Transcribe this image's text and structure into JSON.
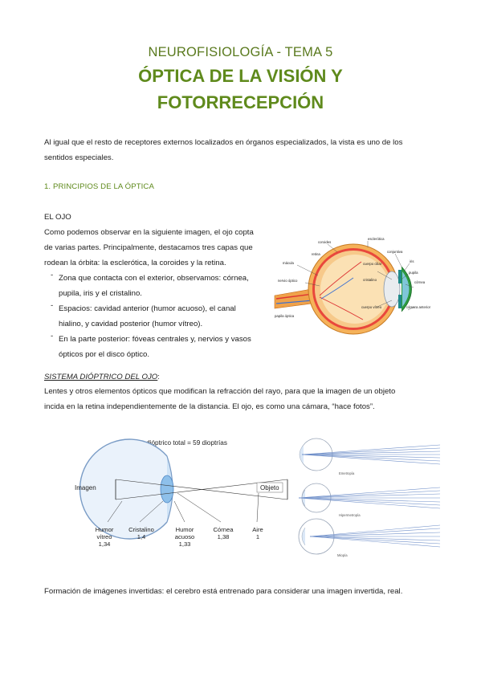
{
  "header": {
    "subtitle": "NEUROFISIOLOGÍA - TEMA 5",
    "title_line1": "ÓPTICA DE LA VISIÓN Y",
    "title_line2": "FOTORRECEPCIÓN"
  },
  "intro": {
    "line1": "Al igual que el resto de receptores externos localizados en órganos especializados, la vista es uno de los",
    "line2": "sentidos especiales."
  },
  "section1": {
    "heading": "1.  PRINCIPIOS DE LA ÓPTICA"
  },
  "ojo": {
    "heading": "EL OJO",
    "p1": "Como podemos observar en la siguiente imagen, el ojo copta",
    "p2": "de varias partes. Principalmente, destacamos tres capas que",
    "p3": "rodean la órbita: la esclerótica, la coroides y la retina.",
    "bullets": [
      {
        "l1": "Zona que contacta con el exterior, observamos: córnea,",
        "l2": "pupila, iris y el cristalino."
      },
      {
        "l1": "Espacios: cavidad anterior (humor acuoso), el canal",
        "l2": "hialino, y cavidad posterior (humor vítreo)."
      },
      {
        "l1": "En la parte posterior: fóveas centrales y, nervios y vasos",
        "l2": "ópticos por el disco óptico."
      }
    ]
  },
  "eye_diagram": {
    "labels": {
      "coroides": "coroides",
      "esclerotica": "esclerótica",
      "conjuntiva": "conjuntiva",
      "retina": "retina",
      "cuerpo_ciliar": "cuerpo ciliar",
      "iris": "iris",
      "macula": "mácula",
      "pupila": "pupila",
      "cristalino": "cristalino",
      "cornea": "córnea",
      "nervio_optico": "nervio óptico",
      "cuerpo_vitreo": "cuerpo vítreo",
      "camara_anterior": "cámara anterior",
      "papila_optica": "papila óptica"
    }
  },
  "sistema": {
    "heading": "SISTEMA DIÓPTRICO DEL OJO",
    "colon": ":",
    "p1": "Lentes y otros elementos ópticos que modifican la refracción del rayo, para que la imagen de un objeto",
    "p2": "incida en la retina independientemente de la distancia. El ojo, es como una cámara, “hace fotos”."
  },
  "diopter_diagram": {
    "title": "Poder dióptrico total = 59 dioptrías",
    "imagen": "Imagen",
    "objeto": "Objeto",
    "parts": [
      {
        "name1": "Humor",
        "name2": "vítreo",
        "value": "1,34"
      },
      {
        "name1": "Cristalino",
        "name2": "",
        "value": "1,4"
      },
      {
        "name1": "Humor",
        "name2": "acuoso",
        "value": "1,33"
      },
      {
        "name1": "Córnea",
        "name2": "",
        "value": "1,38"
      },
      {
        "name1": "Aire",
        "name2": "",
        "value": "1"
      }
    ]
  },
  "refraction": {
    "emetropia": "Emetropía",
    "hipermetropia": "Hipermetropía",
    "miopia": "Miopía"
  },
  "closing": {
    "text": "Formación de imágenes invertidas: el cerebro está entrenado para considerar una imagen invertida, real."
  },
  "colors": {
    "accent": "#5f8a1c",
    "eye_sclera": "#f2a13b",
    "iris": "#1f8a8a",
    "diagram_blue": "#6fa0d8"
  }
}
